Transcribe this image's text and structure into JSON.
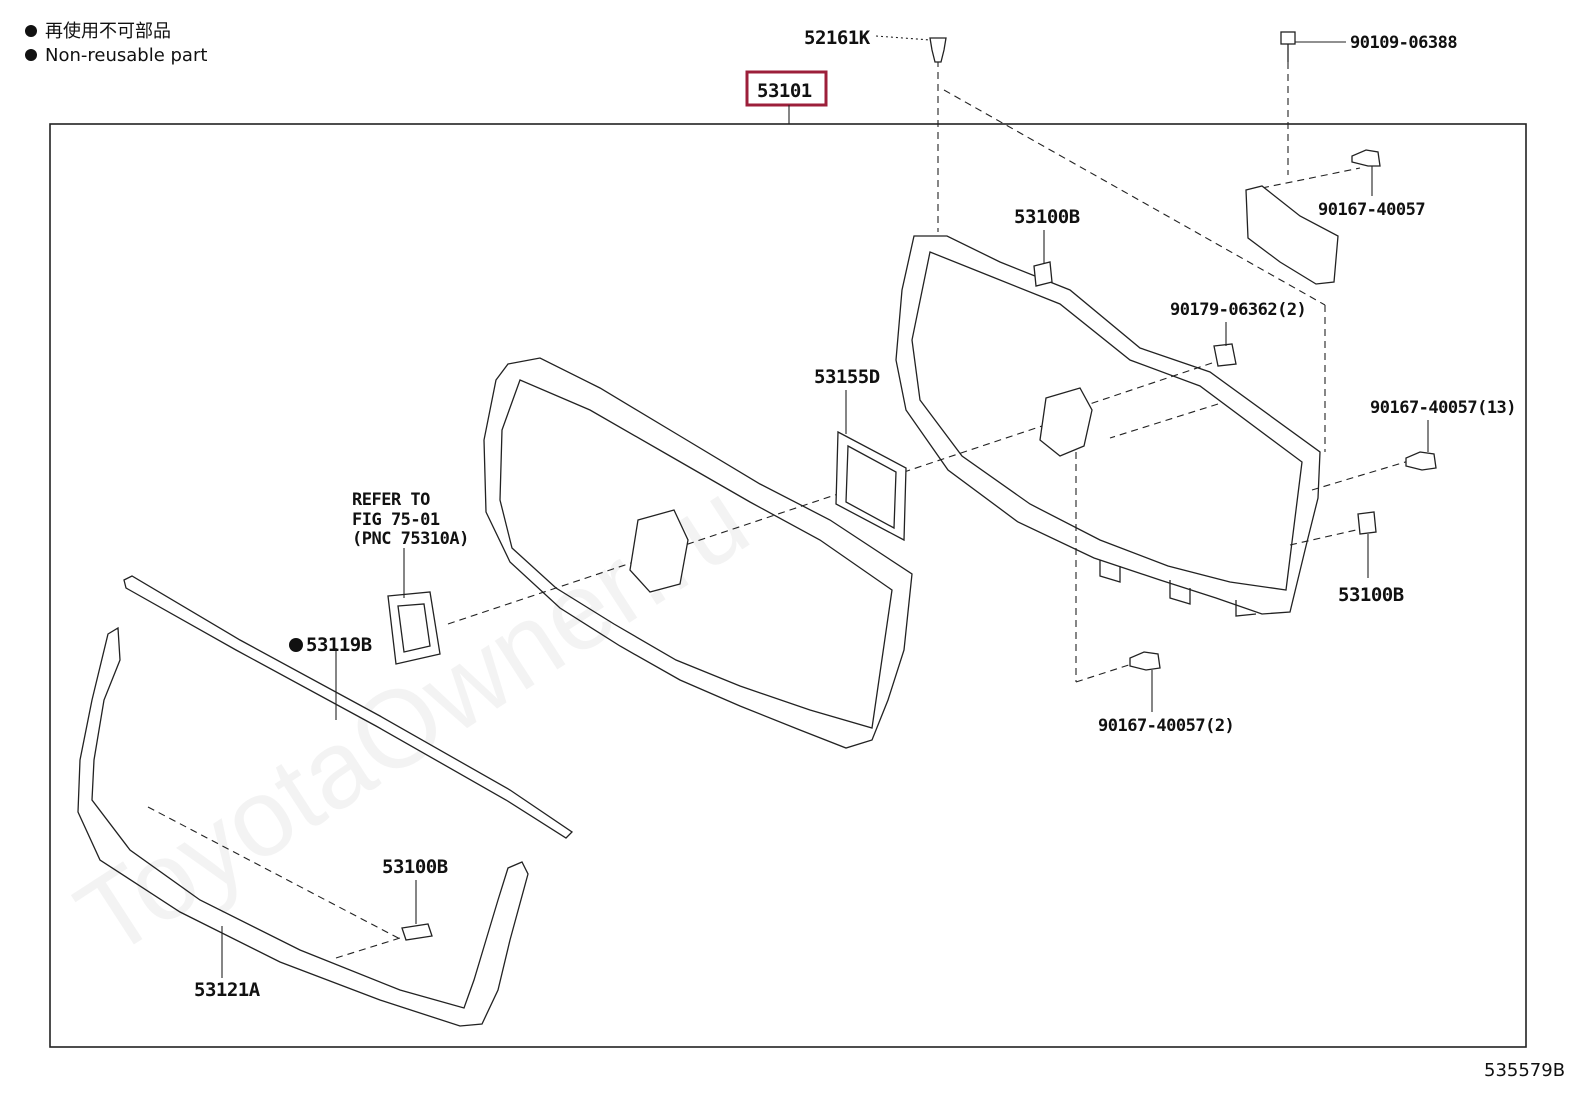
{
  "legend": {
    "line1": "再使用不可部品",
    "line2": "Non-reusable part"
  },
  "watermark": "ToyotaOwner.ru",
  "main_assembly_label": "53101",
  "figure_id": "535579B",
  "accent_color": "#9c1f3a",
  "labels": {
    "p52161K": "52161K",
    "p90109": "90109-06388",
    "p90167_a": "90167-40057",
    "p53100B_top": "53100B",
    "p90179": "90179-06362(2)",
    "p53155D": "53155D",
    "p90167_13": "90167-40057(13)",
    "p53100B_right": "53100B",
    "p90167_2": "90167-40057(2)",
    "refer1": "REFER TO",
    "refer2": "FIG 75-01",
    "refer3": "(PNC 75310A)",
    "p53119B": "53119B",
    "p53100B_bottom": "53100B",
    "p53121A": "53121A"
  }
}
